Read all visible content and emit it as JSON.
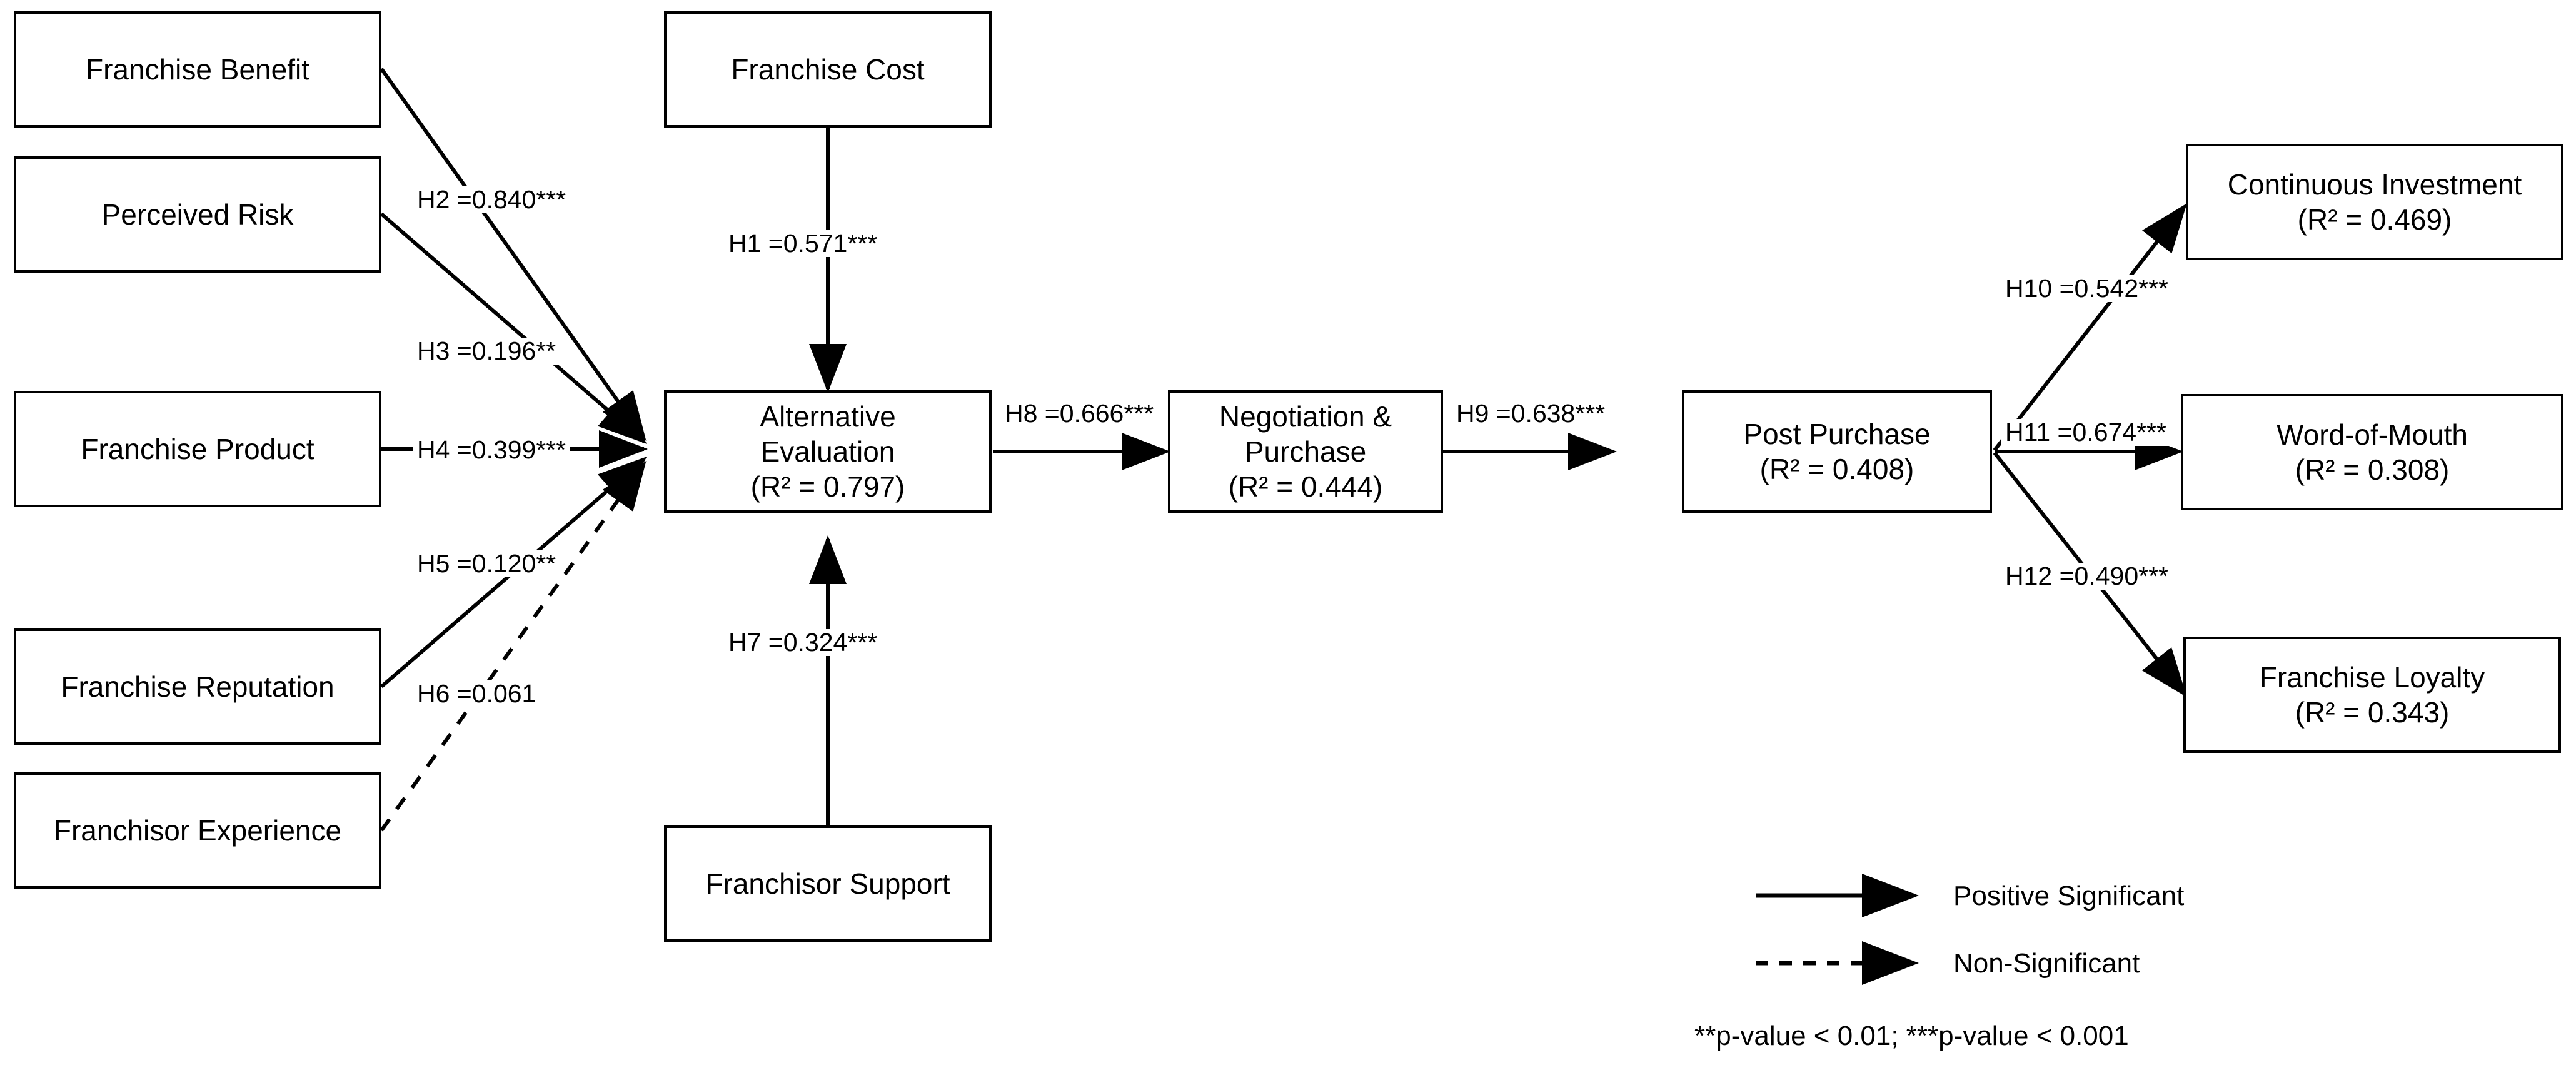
{
  "diagram": {
    "type": "structural-equation-model-path-diagram",
    "background_color": "#ffffff",
    "line_color": "#000000",
    "nodes": {
      "franchise_benefit": {
        "label": "Franchise Benefit"
      },
      "perceived_risk": {
        "label": "Perceived Risk"
      },
      "franchise_product": {
        "label": "Franchise Product"
      },
      "franchise_reputation": {
        "label": "Franchise Reputation"
      },
      "franchisor_experience": {
        "label": "Franchisor Experience"
      },
      "franchise_cost": {
        "label": "Franchise Cost"
      },
      "franchisor_support": {
        "label": "Franchisor Support"
      },
      "alternative_evaluation": {
        "line1": "Alternative",
        "line2": "Evaluation",
        "r2": "(R² = 0.797)",
        "r2_value": 0.797
      },
      "negotiation_purchase": {
        "line1": "Negotiation &",
        "line2": "Purchase",
        "r2": "(R² = 0.444)",
        "r2_value": 0.444
      },
      "post_purchase": {
        "line1": "Post Purchase",
        "r2": "(R² = 0.408)",
        "r2_value": 0.408
      },
      "continuous_investment": {
        "line1": "Continuous Investment",
        "r2": "(R² = 0.469)",
        "r2_value": 0.469
      },
      "word_of_mouth": {
        "line1": "Word-of-Mouth",
        "r2": "(R² = 0.308)",
        "r2_value": 0.308
      },
      "franchise_loyalty": {
        "line1": "Franchise Loyalty",
        "r2": "(R² = 0.343)",
        "r2_value": 0.343
      }
    },
    "paths": [
      {
        "id": "H1",
        "label": "H1 =0.571***",
        "coefficient": 0.571,
        "significance": "***",
        "style": "solid",
        "from": "franchise_cost",
        "to": "alternative_evaluation"
      },
      {
        "id": "H2",
        "label": "H2 =0.840***",
        "coefficient": 0.84,
        "significance": "***",
        "style": "solid",
        "from": "franchise_benefit",
        "to": "alternative_evaluation"
      },
      {
        "id": "H3",
        "label": "H3 =0.196**",
        "coefficient": 0.196,
        "significance": "**",
        "style": "solid",
        "from": "perceived_risk",
        "to": "alternative_evaluation"
      },
      {
        "id": "H4",
        "label": "H4 =0.399***",
        "coefficient": 0.399,
        "significance": "***",
        "style": "solid",
        "from": "franchise_product",
        "to": "alternative_evaluation"
      },
      {
        "id": "H5",
        "label": "H5 =0.120**",
        "coefficient": 0.12,
        "significance": "**",
        "style": "solid",
        "from": "franchise_reputation",
        "to": "alternative_evaluation"
      },
      {
        "id": "H6",
        "label": "H6 =0.061",
        "coefficient": 0.061,
        "significance": "",
        "style": "dashed",
        "from": "franchisor_experience",
        "to": "alternative_evaluation"
      },
      {
        "id": "H7",
        "label": "H7 =0.324***",
        "coefficient": 0.324,
        "significance": "***",
        "style": "solid",
        "from": "franchisor_support",
        "to": "alternative_evaluation"
      },
      {
        "id": "H8",
        "label": "H8 =0.666***",
        "coefficient": 0.666,
        "significance": "***",
        "style": "solid",
        "from": "alternative_evaluation",
        "to": "negotiation_purchase"
      },
      {
        "id": "H9",
        "label": "H9 =0.638***",
        "coefficient": 0.638,
        "significance": "***",
        "style": "solid",
        "from": "negotiation_purchase",
        "to": "post_purchase"
      },
      {
        "id": "H10",
        "label": "H10 =0.542***",
        "coefficient": 0.542,
        "significance": "***",
        "style": "solid",
        "from": "post_purchase",
        "to": "continuous_investment"
      },
      {
        "id": "H11",
        "label": "H11 =0.674***",
        "coefficient": 0.674,
        "significance": "***",
        "style": "solid",
        "from": "post_purchase",
        "to": "word_of_mouth"
      },
      {
        "id": "H12",
        "label": "H12 =0.490***",
        "coefficient": 0.49,
        "significance": "***",
        "style": "solid",
        "from": "post_purchase",
        "to": "franchise_loyalty"
      }
    ],
    "legend": {
      "items": [
        {
          "style": "solid",
          "label": "Positive Significant"
        },
        {
          "style": "dashed",
          "label": "Non-Significant"
        }
      ],
      "note": "**p-value < 0.01;  ***p-value < 0.001"
    }
  }
}
